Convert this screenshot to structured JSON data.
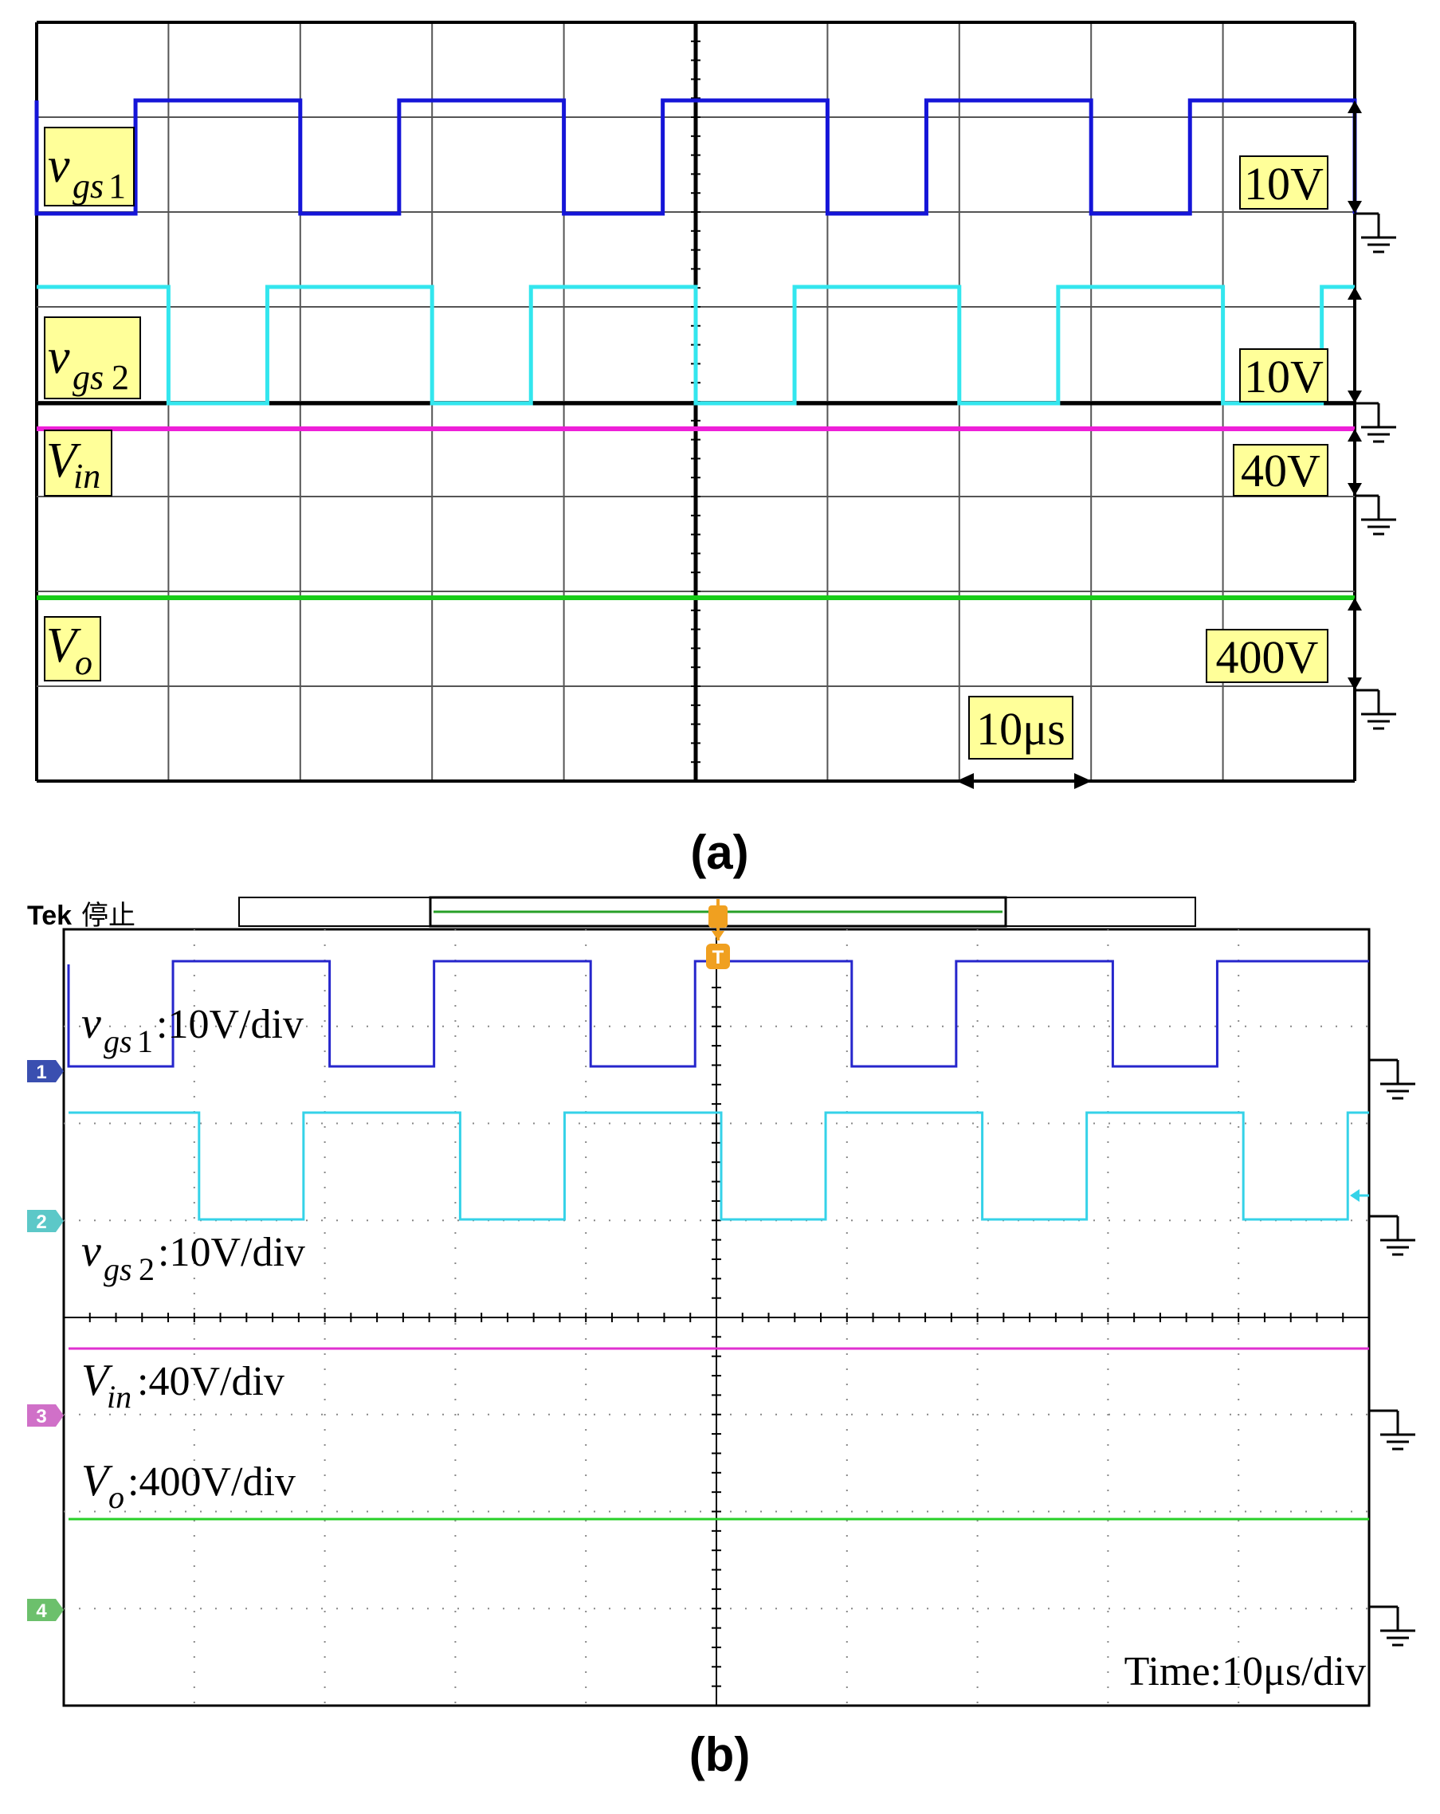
{
  "panel_a": {
    "caption": "(a)",
    "labels": {
      "vgs1": {
        "main": "v",
        "sub": "gs",
        "tail": "1"
      },
      "vgs2": {
        "main": "v",
        "sub": "gs",
        "tail": "2"
      },
      "vin": {
        "main": "V",
        "sub": "in"
      },
      "vo": {
        "main": "V",
        "sub": "o"
      }
    },
    "scales": {
      "vgs1": "10V",
      "vgs2": "10V",
      "vin": "40V",
      "vo": "400V"
    },
    "time_scale": "10μs",
    "colors": {
      "vgs1": "#1515d8",
      "vgs2": "#33e6ee",
      "vin": "#ee1fd8",
      "vo": "#18cc18",
      "label_box": "#ffff99",
      "grid": "#444444"
    }
  },
  "panel_b": {
    "caption": "(b)",
    "header": {
      "brand": "Tek",
      "status": "停止"
    },
    "labels": {
      "vgs1": {
        "main": "v",
        "sub": "gs",
        "tail": "1",
        "scale": ":10V/div"
      },
      "vgs2": {
        "main": "v",
        "sub": "gs",
        "tail": "2",
        "scale": ":10V/div"
      },
      "vin": {
        "main": "V",
        "sub": "in",
        "scale": ":40V/div"
      },
      "vo": {
        "main": "V",
        "sub": "o",
        "scale": ":400V/div"
      }
    },
    "channel_markers": [
      "1",
      "2",
      "3",
      "4"
    ],
    "trigger_marker": "T",
    "time_label": "Time:10μs/div",
    "colors": {
      "vgs1": "#2626cc",
      "vgs2": "#35d2e8",
      "vin": "#e030d0",
      "vo": "#28d028",
      "ch1": "#3a4fb0",
      "ch2": "#5cc8c8",
      "ch3": "#d070c8",
      "ch4": "#6cc06c",
      "trigger": "#f0a020"
    }
  },
  "chart_data": [
    {
      "type": "line",
      "title": "(a)",
      "x_divisions": 10,
      "time_per_div_us": 10,
      "series": [
        {
          "name": "vgs1",
          "volts_per_div": 10,
          "waveform": "square",
          "low_v": 0,
          "high_v": 12,
          "transitions_us": [
            0,
            7.5,
            20,
            27.5,
            40,
            47.5,
            60,
            67.5,
            80,
            87.5,
            100
          ]
        },
        {
          "name": "vgs2",
          "volts_per_div": 10,
          "waveform": "square",
          "low_v": 0,
          "high_v": 12,
          "transitions_us": [
            10,
            17.5,
            30,
            37.5,
            50,
            57.5,
            70,
            77.5,
            90,
            97.5
          ]
        },
        {
          "name": "Vin",
          "volts_per_div": 40,
          "waveform": "dc",
          "value_v": 40
        },
        {
          "name": "Vo",
          "volts_per_div": 400,
          "waveform": "dc",
          "value_v": 400
        }
      ]
    },
    {
      "type": "line",
      "title": "(b)",
      "x_divisions": 10,
      "time_per_div_us": 10,
      "series": [
        {
          "name": "vgs1",
          "volts_per_div": 10,
          "waveform": "square",
          "low_v": 0,
          "high_v": 10,
          "transitions_us": [
            8,
            20,
            28,
            40,
            48,
            60,
            68,
            80,
            88,
            100
          ]
        },
        {
          "name": "vgs2",
          "volts_per_div": 10,
          "waveform": "square",
          "low_v": 0,
          "high_v": 10,
          "transitions_us": [
            10,
            18,
            30,
            38,
            50,
            58,
            70,
            78,
            90,
            98
          ]
        },
        {
          "name": "Vin",
          "volts_per_div": 40,
          "waveform": "dc",
          "value_v": 40
        },
        {
          "name": "Vo",
          "volts_per_div": 400,
          "waveform": "dc",
          "value_v": 400
        }
      ]
    }
  ]
}
